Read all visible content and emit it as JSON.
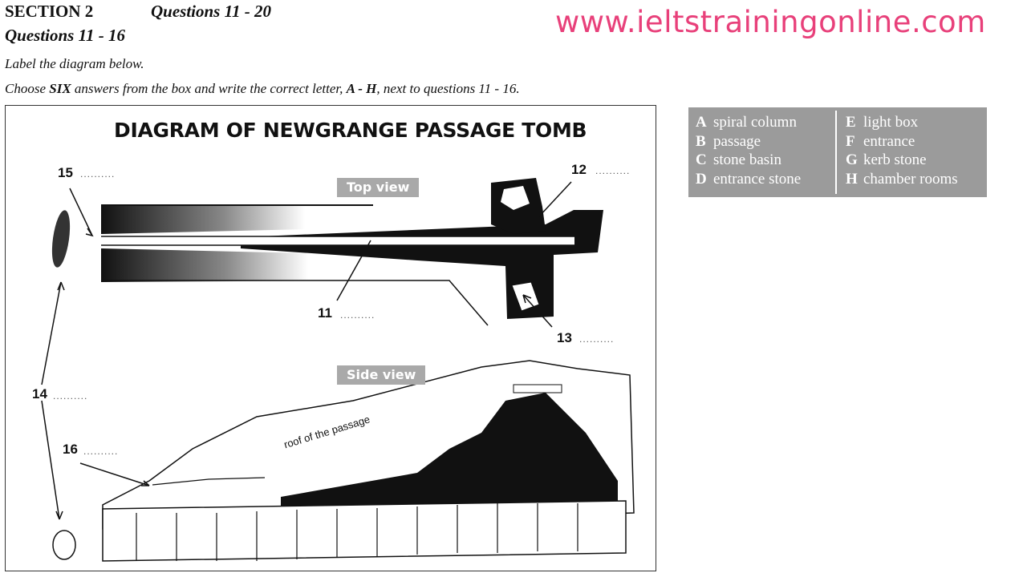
{
  "header": {
    "section": "SECTION 2",
    "questions_range": "Questions 11 - 20",
    "sub_range": "Questions 11 - 16",
    "instruction_1": "Label the diagram below.",
    "instruction_2_prefix": "Choose ",
    "instruction_2_six": "SIX",
    "instruction_2_mid": " answers from the box and write the correct letter, ",
    "instruction_2_letters": "A - H",
    "instruction_2_suffix": ", next to questions 11 - 16."
  },
  "website": "www.ieltstrainingonline.com",
  "diagram": {
    "title": "DIAGRAM OF NEWGRANGE PASSAGE TOMB",
    "top_view_label": "Top view",
    "side_view_label": "Side view",
    "roof_label": "roof of the passage",
    "dots": "..........",
    "questions": [
      "11",
      "12",
      "13",
      "14",
      "15",
      "16"
    ]
  },
  "answer_box": {
    "left": [
      {
        "letter": "A",
        "text": "spiral column"
      },
      {
        "letter": "B",
        "text": "passage"
      },
      {
        "letter": "C",
        "text": "stone basin"
      },
      {
        "letter": "D",
        "text": "entrance stone"
      }
    ],
    "right": [
      {
        "letter": "E",
        "text": "light box"
      },
      {
        "letter": "F",
        "text": "entrance"
      },
      {
        "letter": "G",
        "text": "kerb stone"
      },
      {
        "letter": "H",
        "text": "chamber rooms"
      }
    ]
  },
  "colors": {
    "website": "#e8407a",
    "box_bg": "#9b9b9b",
    "tag_bg": "#a9a9a9"
  }
}
